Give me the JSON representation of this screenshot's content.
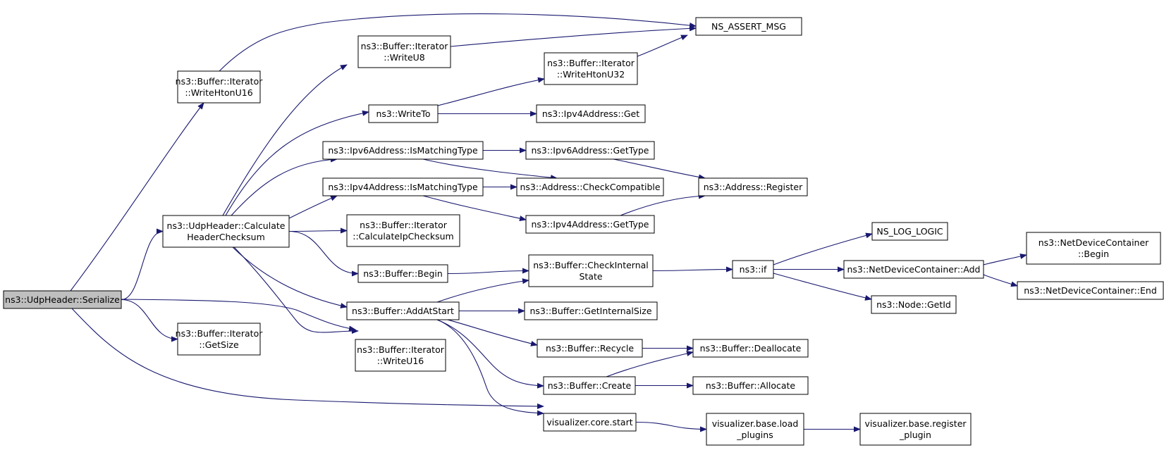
{
  "colors": {
    "edge": "#191970",
    "node_border": "#000000",
    "root_fill": "#bfbfbf",
    "node_fill": "#ffffff"
  },
  "nodes": [
    {
      "id": "serialize",
      "lines": [
        "ns3::UdpHeader::Serialize"
      ],
      "root": true
    },
    {
      "id": "writehtonu16",
      "lines": [
        "ns3::Buffer::Iterator",
        "::WriteHtonU16"
      ]
    },
    {
      "id": "calcheader",
      "lines": [
        "ns3::UdpHeader::Calculate",
        "HeaderChecksum"
      ]
    },
    {
      "id": "getsize",
      "lines": [
        "ns3::Buffer::Iterator",
        "::GetSize"
      ]
    },
    {
      "id": "writeu16",
      "lines": [
        "ns3::Buffer::Iterator",
        "::WriteU16"
      ]
    },
    {
      "id": "writeu8",
      "lines": [
        "ns3::Buffer::Iterator",
        "::WriteU8"
      ]
    },
    {
      "id": "writeto",
      "lines": [
        "ns3::WriteTo"
      ]
    },
    {
      "id": "ipv6match",
      "lines": [
        "ns3::Ipv6Address::IsMatchingType"
      ]
    },
    {
      "id": "ipv4match",
      "lines": [
        "ns3::Ipv4Address::IsMatchingType"
      ]
    },
    {
      "id": "calcip",
      "lines": [
        "ns3::Buffer::Iterator",
        "::CalculateIpChecksum"
      ]
    },
    {
      "id": "begin",
      "lines": [
        "ns3::Buffer::Begin"
      ]
    },
    {
      "id": "addatstart",
      "lines": [
        "ns3::Buffer::AddAtStart"
      ]
    },
    {
      "id": "assert",
      "lines": [
        "NS_ASSERT_MSG"
      ]
    },
    {
      "id": "writehtonu32",
      "lines": [
        "ns3::Buffer::Iterator",
        "::WriteHtonU32"
      ]
    },
    {
      "id": "ipv4get",
      "lines": [
        "ns3::Ipv4Address::Get"
      ]
    },
    {
      "id": "ipv6gettype",
      "lines": [
        "ns3::Ipv6Address::GetType"
      ]
    },
    {
      "id": "checkcompat",
      "lines": [
        "ns3::Address::CheckCompatible"
      ]
    },
    {
      "id": "ipv4gettype",
      "lines": [
        "ns3::Ipv4Address::GetType"
      ]
    },
    {
      "id": "checkinternal",
      "lines": [
        "ns3::Buffer::CheckInternal",
        "State"
      ]
    },
    {
      "id": "getinternalsize",
      "lines": [
        "ns3::Buffer::GetInternalSize"
      ]
    },
    {
      "id": "recycle",
      "lines": [
        "ns3::Buffer::Recycle"
      ]
    },
    {
      "id": "create",
      "lines": [
        "ns3::Buffer::Create"
      ]
    },
    {
      "id": "vizstart",
      "lines": [
        "visualizer.core.start"
      ]
    },
    {
      "id": "addrregister",
      "lines": [
        "ns3::Address::Register"
      ]
    },
    {
      "id": "nsif",
      "lines": [
        "ns3::if"
      ]
    },
    {
      "id": "deallocate",
      "lines": [
        "ns3::Buffer::Deallocate"
      ]
    },
    {
      "id": "allocate",
      "lines": [
        "ns3::Buffer::Allocate"
      ]
    },
    {
      "id": "loadplugins",
      "lines": [
        "visualizer.base.load",
        "_plugins"
      ]
    },
    {
      "id": "nslogic",
      "lines": [
        "NS_LOG_LOGIC"
      ]
    },
    {
      "id": "ndcadd",
      "lines": [
        "ns3::NetDeviceContainer::Add"
      ]
    },
    {
      "id": "nodegetid",
      "lines": [
        "ns3::Node::GetId"
      ]
    },
    {
      "id": "registerplugin",
      "lines": [
        "visualizer.base.register",
        "_plugin"
      ]
    },
    {
      "id": "ndcbegin",
      "lines": [
        "ns3::NetDeviceContainer",
        "::Begin"
      ]
    },
    {
      "id": "ndcend",
      "lines": [
        "ns3::NetDeviceContainer::End"
      ]
    }
  ],
  "edges": [
    {
      "from": "serialize",
      "to": "writehtonu16"
    },
    {
      "from": "serialize",
      "to": "calcheader"
    },
    {
      "from": "serialize",
      "to": "getsize"
    },
    {
      "from": "serialize",
      "to": "writeu16"
    },
    {
      "from": "serialize",
      "to": "vizstart"
    },
    {
      "from": "writehtonu16",
      "to": "assert"
    },
    {
      "from": "calcheader",
      "to": "writeu8"
    },
    {
      "from": "calcheader",
      "to": "writeto"
    },
    {
      "from": "calcheader",
      "to": "ipv6match"
    },
    {
      "from": "calcheader",
      "to": "ipv4match"
    },
    {
      "from": "calcheader",
      "to": "calcip"
    },
    {
      "from": "calcheader",
      "to": "begin"
    },
    {
      "from": "calcheader",
      "to": "addatstart"
    },
    {
      "from": "calcheader",
      "to": "writeu16"
    },
    {
      "from": "writeu8",
      "to": "assert"
    },
    {
      "from": "writeto",
      "to": "writehtonu32"
    },
    {
      "from": "writeto",
      "to": "ipv4get"
    },
    {
      "from": "writehtonu32",
      "to": "assert"
    },
    {
      "from": "ipv6match",
      "to": "ipv6gettype"
    },
    {
      "from": "ipv6match",
      "to": "checkcompat"
    },
    {
      "from": "ipv4match",
      "to": "checkcompat"
    },
    {
      "from": "ipv4match",
      "to": "ipv4gettype"
    },
    {
      "from": "ipv6gettype",
      "to": "addrregister"
    },
    {
      "from": "ipv4gettype",
      "to": "addrregister"
    },
    {
      "from": "begin",
      "to": "checkinternal"
    },
    {
      "from": "addatstart",
      "to": "checkinternal"
    },
    {
      "from": "addatstart",
      "to": "getinternalsize"
    },
    {
      "from": "addatstart",
      "to": "recycle"
    },
    {
      "from": "addatstart",
      "to": "create"
    },
    {
      "from": "addatstart",
      "to": "vizstart"
    },
    {
      "from": "checkinternal",
      "to": "nsif"
    },
    {
      "from": "nsif",
      "to": "nslogic"
    },
    {
      "from": "nsif",
      "to": "ndcadd"
    },
    {
      "from": "nsif",
      "to": "nodegetid"
    },
    {
      "from": "ndcadd",
      "to": "ndcbegin"
    },
    {
      "from": "ndcadd",
      "to": "ndcend"
    },
    {
      "from": "recycle",
      "to": "deallocate"
    },
    {
      "from": "create",
      "to": "deallocate"
    },
    {
      "from": "create",
      "to": "allocate"
    },
    {
      "from": "vizstart",
      "to": "loadplugins"
    },
    {
      "from": "loadplugins",
      "to": "registerplugin"
    }
  ]
}
